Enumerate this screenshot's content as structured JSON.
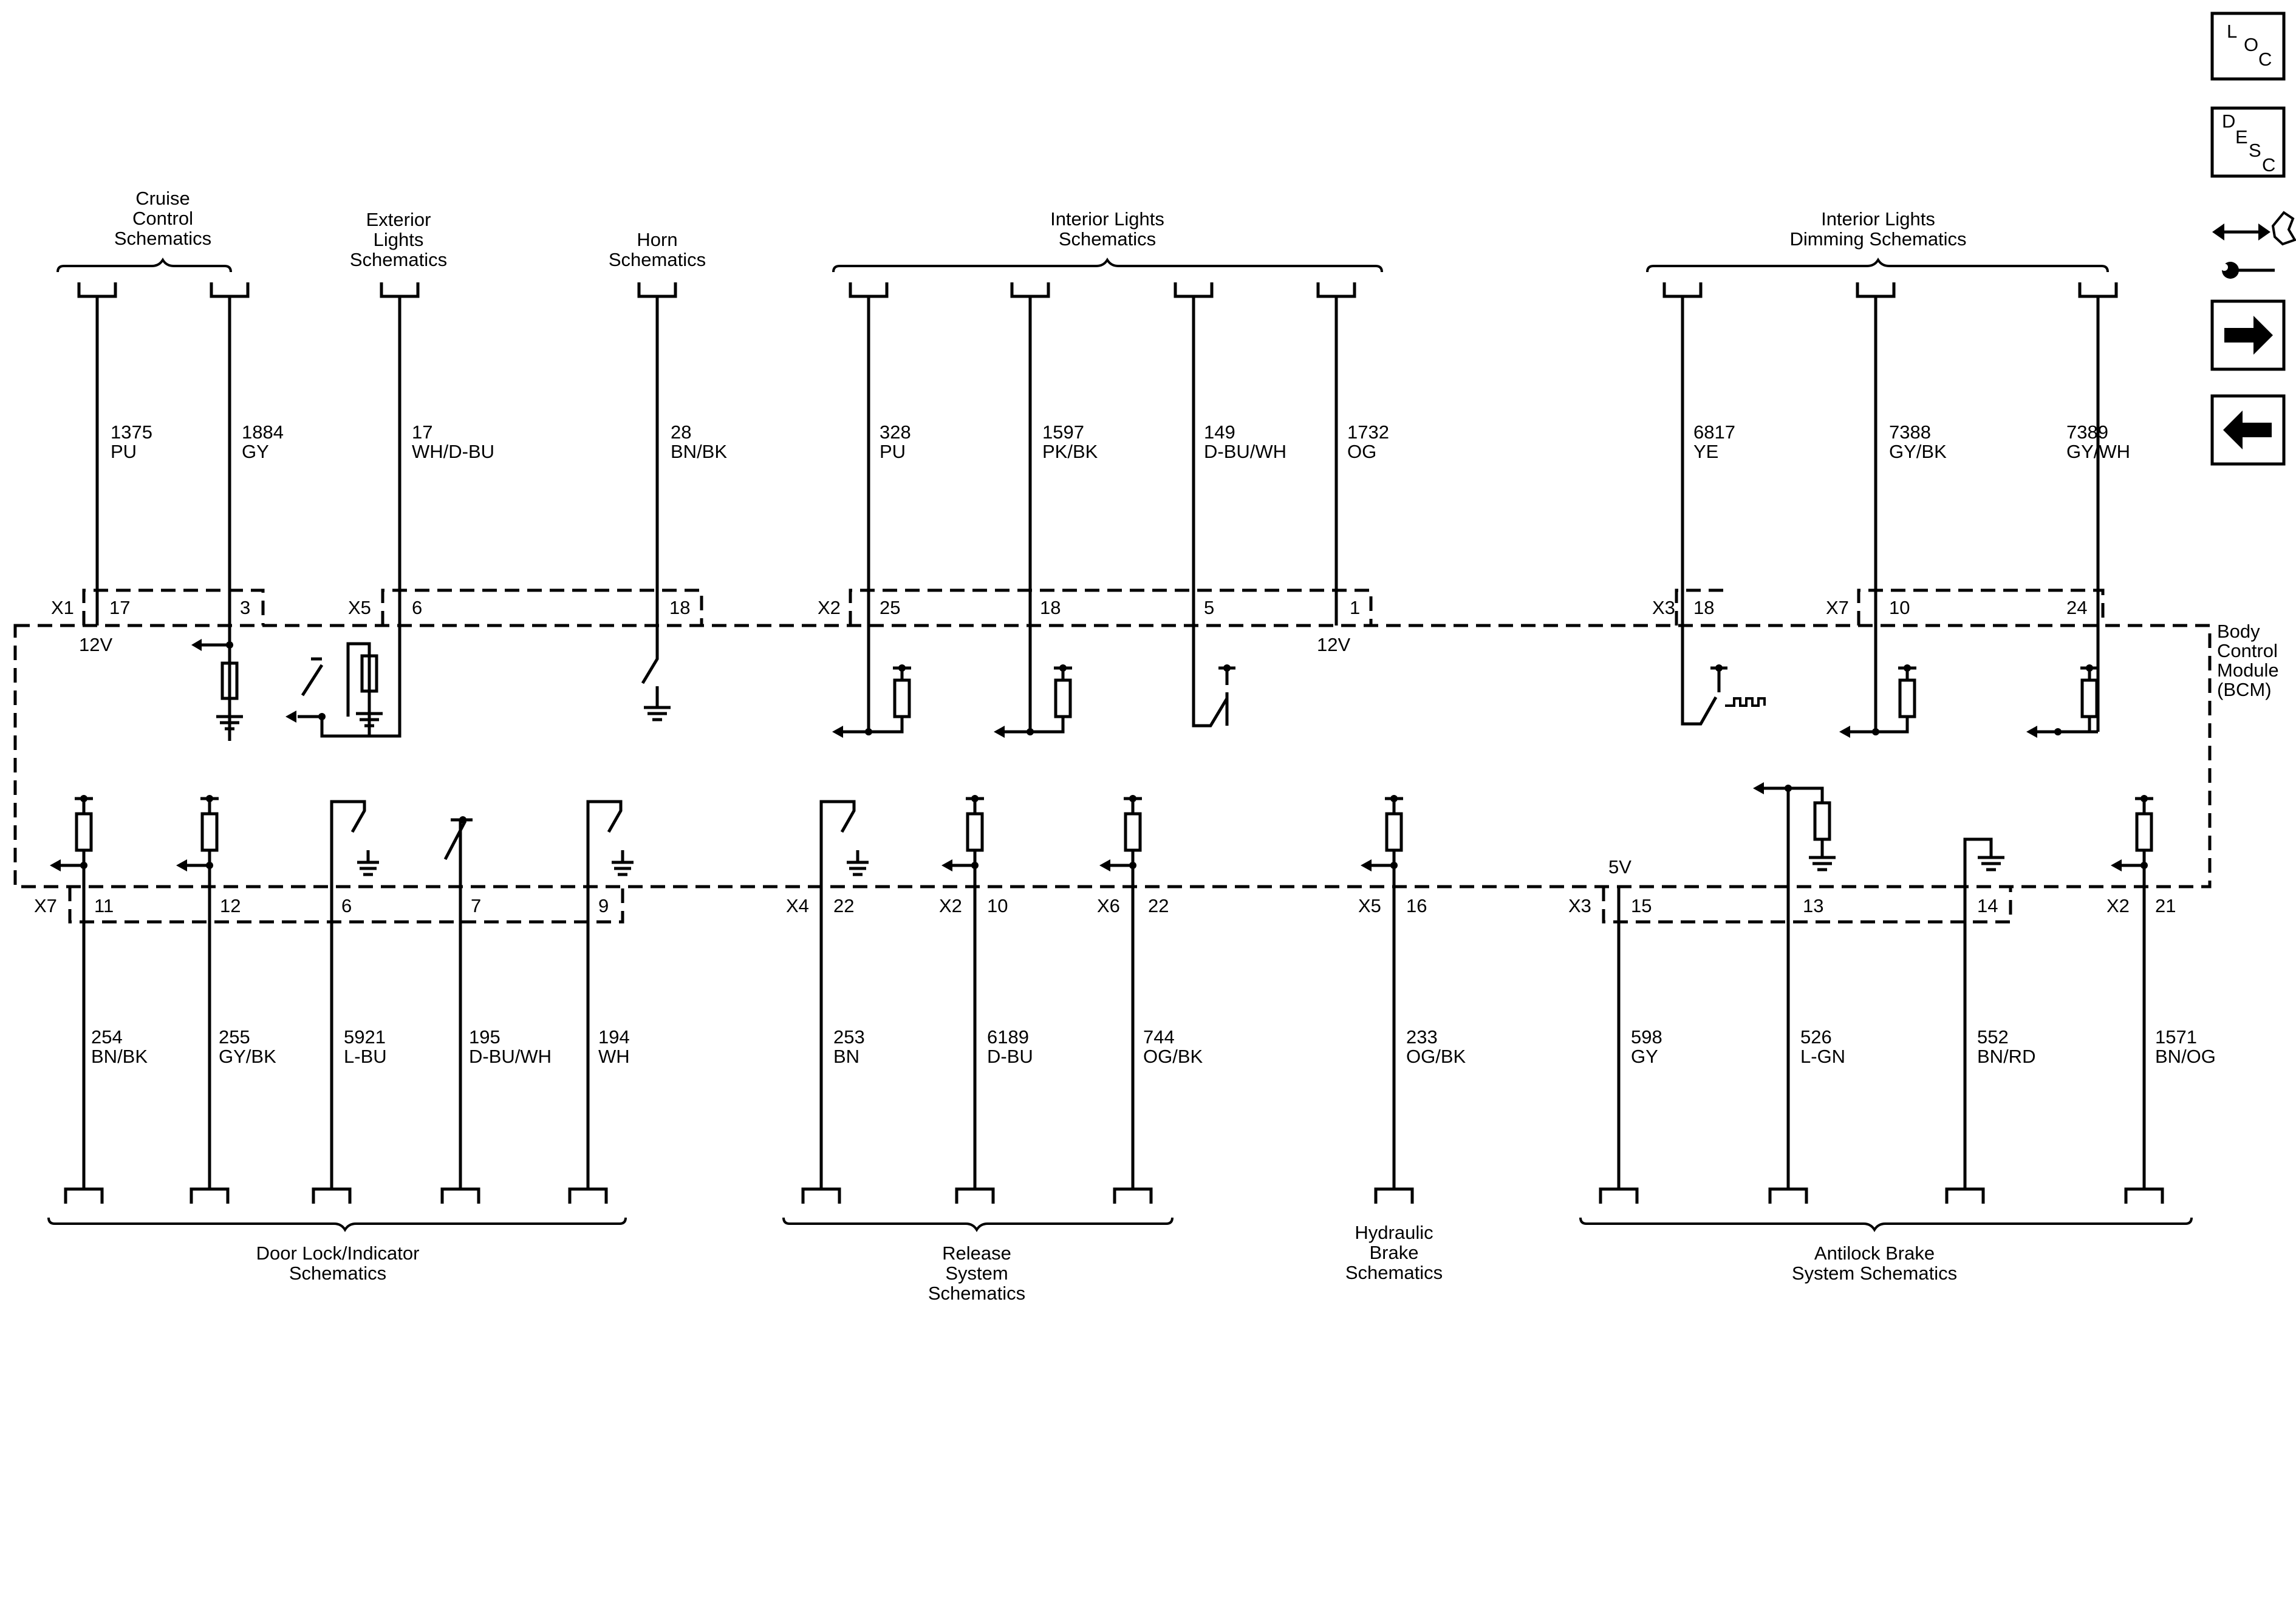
{
  "module": {
    "lines": [
      "Body",
      "Control",
      "Module",
      "(BCM)"
    ]
  },
  "nav": [
    {
      "name": "loc-button",
      "icon": "loc-icon",
      "letters": [
        "L",
        "O",
        "C"
      ]
    },
    {
      "name": "desc-button",
      "icon": "desc-icon",
      "letters": [
        "D",
        "E",
        "S",
        "C"
      ]
    },
    {
      "name": "connector-repair-button",
      "icon": "connector-repair-icon"
    },
    {
      "name": "next-page-button",
      "icon": "arrow-right-icon"
    },
    {
      "name": "previous-page-button",
      "icon": "arrow-left-icon"
    }
  ],
  "voltage_labels": {
    "x1_17": "12V",
    "x2_1": "12V",
    "x3_15": "5V"
  },
  "top_groups": [
    {
      "title_lines": [
        "Cruise",
        "Control",
        "Schematics"
      ],
      "circuits": [
        {
          "connector": "X1",
          "pin": "17",
          "circuit": "1375",
          "color": "PU"
        },
        {
          "pin": "3",
          "circuit": "1884",
          "color": "GY"
        }
      ]
    },
    {
      "title_lines": [
        "Exterior",
        "Lights",
        "Schematics"
      ],
      "circuits": [
        {
          "connector": "X5",
          "pin": "6",
          "circuit": "17",
          "color": "WH/D-BU"
        }
      ]
    },
    {
      "title_lines": [
        "Horn",
        "Schematics"
      ],
      "circuits": [
        {
          "pin": "18",
          "circuit": "28",
          "color": "BN/BK"
        }
      ]
    },
    {
      "title_lines": [
        "Interior Lights",
        "Schematics"
      ],
      "circuits": [
        {
          "connector": "X2",
          "pin": "25",
          "circuit": "328",
          "color": "PU"
        },
        {
          "pin": "18",
          "circuit": "1597",
          "color": "PK/BK"
        },
        {
          "pin": "5",
          "circuit": "149",
          "color": "D-BU/WH"
        },
        {
          "pin": "1",
          "circuit": "1732",
          "color": "OG"
        }
      ]
    },
    {
      "title_lines": [
        "Interior Lights",
        "Dimming Schematics"
      ],
      "circuits": [
        {
          "connector": "X3",
          "pin": "18",
          "circuit": "6817",
          "color": "YE"
        },
        {
          "connector": "X7",
          "pin": "10",
          "circuit": "7388",
          "color": "GY/BK"
        },
        {
          "pin": "24",
          "circuit": "7389",
          "color": "GY/WH"
        }
      ]
    }
  ],
  "bottom_groups": [
    {
      "title_lines": [
        "Door Lock/Indicator",
        "Schematics"
      ],
      "circuits": [
        {
          "connector": "X7",
          "pin": "11",
          "circuit": "254",
          "color": "BN/BK"
        },
        {
          "pin": "12",
          "circuit": "255",
          "color": "GY/BK"
        },
        {
          "pin": "6",
          "circuit": "5921",
          "color": "L-BU"
        },
        {
          "pin": "7",
          "circuit": "195",
          "color": "D-BU/WH"
        },
        {
          "pin": "9",
          "circuit": "194",
          "color": "WH"
        }
      ]
    },
    {
      "title_lines": [
        "Release",
        "System",
        "Schematics"
      ],
      "circuits": [
        {
          "connector": "X4",
          "pin": "22",
          "circuit": "253",
          "color": "BN"
        },
        {
          "connector": "X2",
          "pin": "10",
          "circuit": "6189",
          "color": "D-BU"
        },
        {
          "connector": "X6",
          "pin": "22",
          "circuit": "744",
          "color": "OG/BK"
        }
      ]
    },
    {
      "title_lines": [
        "Hydraulic",
        "Brake",
        "Schematics"
      ],
      "circuits": [
        {
          "connector": "X5",
          "pin": "16",
          "circuit": "233",
          "color": "OG/BK"
        }
      ]
    },
    {
      "title_lines": [
        "Antilock Brake",
        "System Schematics"
      ],
      "circuits": [
        {
          "connector": "X3",
          "pin": "15",
          "circuit": "598",
          "color": "GY"
        },
        {
          "pin": "13",
          "circuit": "526",
          "color": "L-GN"
        },
        {
          "pin": "14",
          "circuit": "552",
          "color": "BN/RD"
        },
        {
          "connector": "X2",
          "pin": "21",
          "circuit": "1571",
          "color": "BN/OG"
        }
      ]
    }
  ]
}
